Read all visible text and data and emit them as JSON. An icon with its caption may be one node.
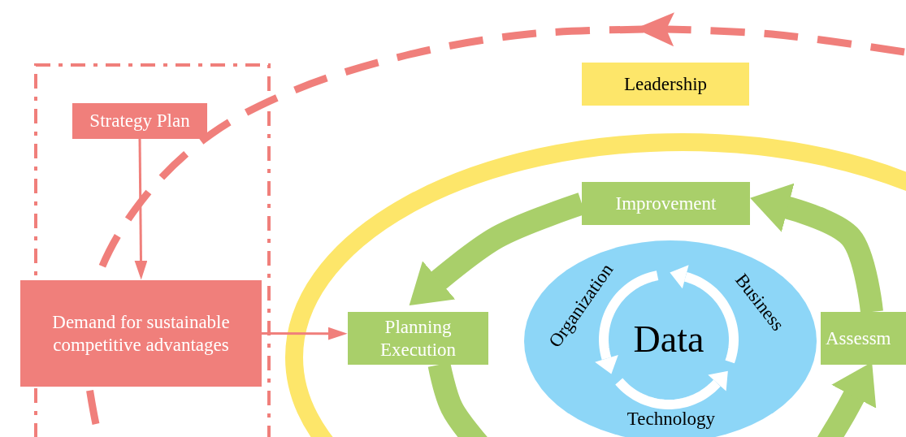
{
  "diagram": {
    "nodes": [
      {
        "text": [],
        "shape": "box"
      },
      {
        "text": [
          "Strategy Plan"
        ],
        "in": 0
      },
      {
        "text": [
          "Demand for sustainable competitive advantages"
        ]
      },
      {
        "text": [
          "Leadership"
        ]
      },
      {
        "text": [
          "Improvement"
        ]
      },
      {
        "text": [
          "Planning Execution"
        ]
      },
      {
        "text": [
          "Organization",
          "Business",
          "Data",
          "Technology"
        ]
      },
      {
        "text": [
          "Assessm"
        ]
      }
    ],
    "edges": [
      {
        "from": 1,
        "to": 2,
        "arrow": "to",
        "color": "#f07f7b"
      },
      {
        "from": 2,
        "to": 5,
        "arrow": "to",
        "color": "#f07f7b"
      },
      {
        "from": 4,
        "to": 5,
        "arrow": "to"
      },
      {
        "from": 7,
        "to": 4,
        "arrow": "to"
      },
      {
        "from": null,
        "to": 7,
        "arrow": "to"
      },
      {
        "from": 5,
        "to": null,
        "arrow": "none"
      }
    ]
  }
}
